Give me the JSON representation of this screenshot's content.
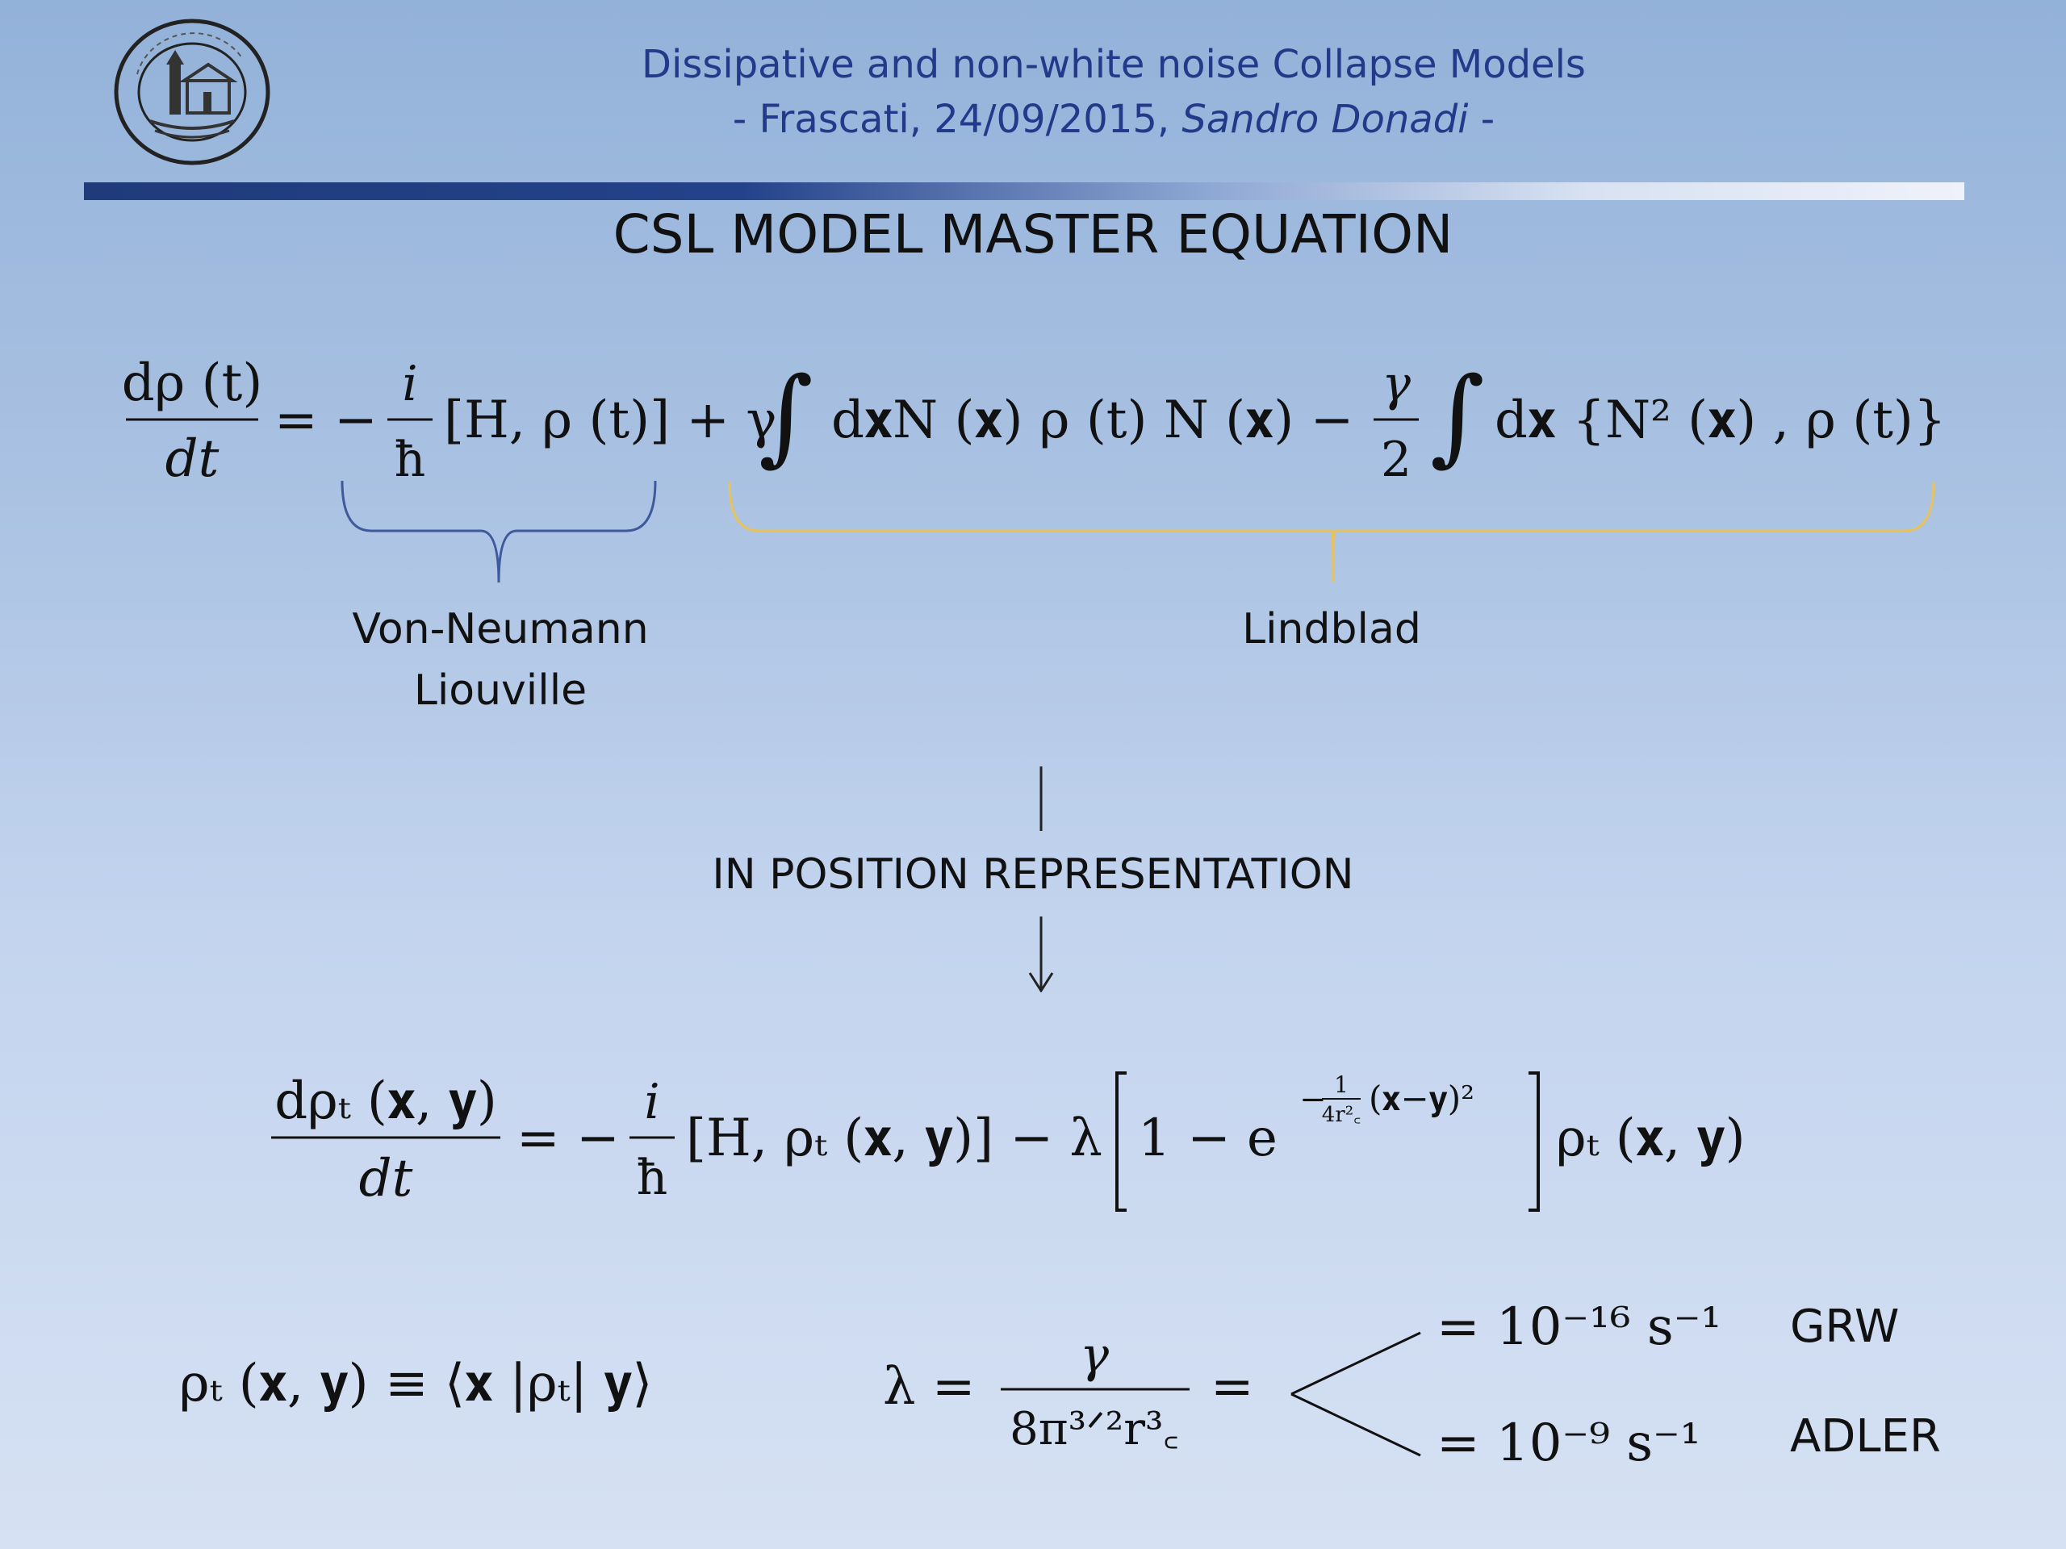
{
  "header": {
    "line1": "Dissipative and non-white noise Collapse Models",
    "line2_prefix": "- Frascati,  24/09/2015, ",
    "line2_author": "Sandro Donadi",
    "line2_suffix": " -"
  },
  "slide": {
    "title": "CSL MODEL MASTER EQUATION"
  },
  "equation1": {
    "lhs_num": "dρ (t)",
    "lhs_den": "dt",
    "eq_minus": "= −",
    "frac_i": "i",
    "frac_hbar": "ħ",
    "commutator": "[H, ρ (t)] + γ",
    "integral": "∫",
    "term1": "d𝐱N (𝐱) ρ (t) N (𝐱) −",
    "gamma": "γ",
    "two": "2",
    "term2": "d𝐱 {N² (𝐱) , ρ (t)}"
  },
  "labels": {
    "von_neumann_line1": "Von-Neumann",
    "von_neumann_line2": "Liouville",
    "lindblad": "Lindblad",
    "position_rep": "IN POSITION REPRESENTATION"
  },
  "equation2": {
    "lhs_num": "dρₜ (𝐱, 𝐲)",
    "lhs_den": "dt",
    "eq_minus": "= −",
    "frac_i": "i",
    "frac_hbar": "ħ",
    "commutator": "[H, ρₜ (𝐱, 𝐲)] − λ",
    "bracket_inner": "1 − e",
    "exponent_minus": "−",
    "exp_num": "1",
    "exp_den": "4r²꜀",
    "exp_tail": "(𝐱−𝐲)²",
    "rhs": "ρₜ (𝐱, 𝐲)"
  },
  "definition": {
    "text": "ρₜ (𝐱, 𝐲) ≡ ⟨𝐱 |ρₜ| 𝐲⟩"
  },
  "lambda_eq": {
    "lhs": "λ =",
    "num": "γ",
    "den": "8π³ᐟ²r³꜀",
    "equals": "="
  },
  "values": [
    {
      "expr": "= 10⁻¹⁶ s⁻¹",
      "name": "GRW"
    },
    {
      "expr": "= 10⁻⁹ s⁻¹",
      "name": "ADLER"
    }
  ],
  "colors": {
    "header_text": "#23398a",
    "brace_von_neumann": "#3f5a9c",
    "brace_lindblad": "#e8c25a"
  },
  "icons": {
    "logo": "university-of-trieste-seal"
  }
}
